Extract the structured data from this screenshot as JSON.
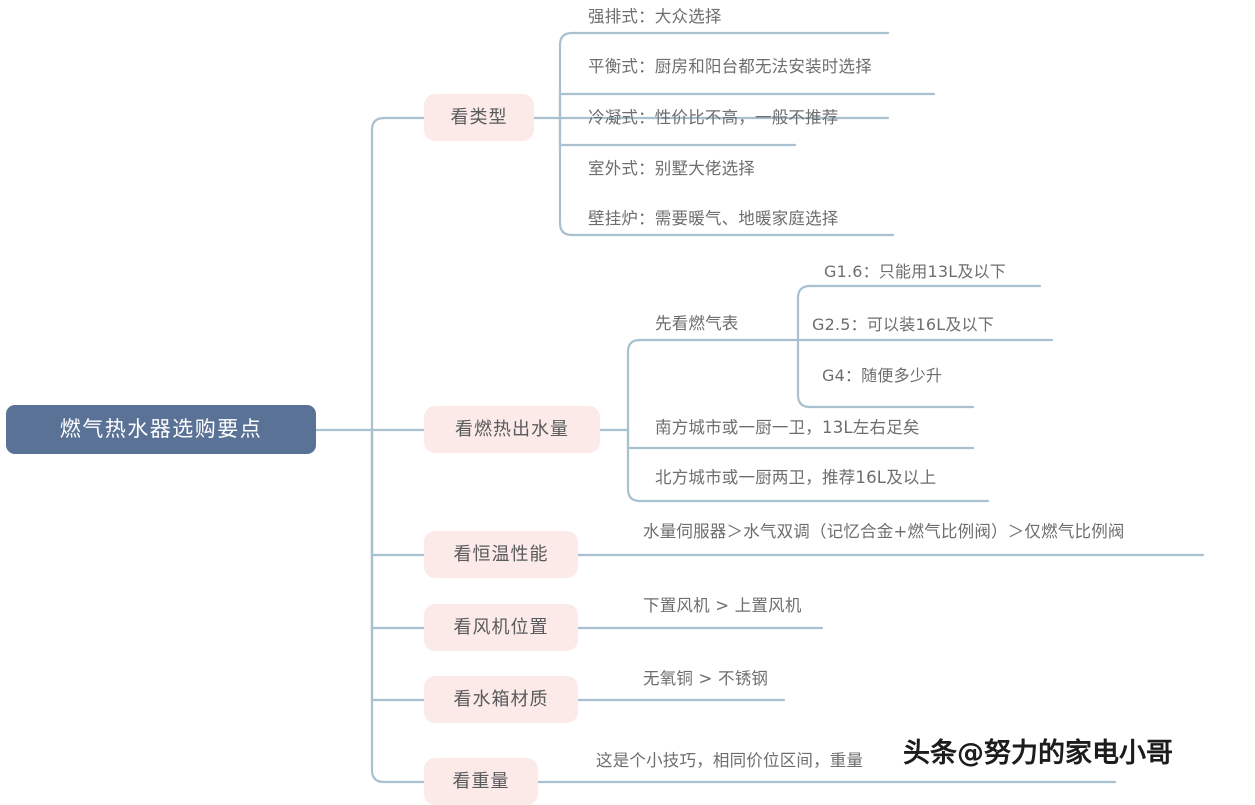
{
  "root": {
    "label": "燃气热水器选购要点",
    "color": "#5a7296",
    "text_color": "#ffffff"
  },
  "theme": {
    "branch_fill": "#fbeae8",
    "connector_color": "#a9c0cf",
    "leaf_text_color": "#6d6e70",
    "branch_text_color": "#595a5c",
    "background": "#ffffff"
  },
  "branches": [
    {
      "label": "看类型",
      "children": [
        {
          "label": "强排式：大众选择"
        },
        {
          "label": "平衡式：厨房和阳台都无法安装时选择"
        },
        {
          "label": "冷凝式：性价比不高，一般不推荐"
        },
        {
          "label": "室外式：别墅大佬选择"
        },
        {
          "label": "壁挂炉：需要暖气、地暖家庭选择"
        }
      ]
    },
    {
      "label": "看燃热出水量",
      "children": [
        {
          "label": "先看燃气表",
          "children": [
            {
              "label": "G1.6：只能用13L及以下"
            },
            {
              "label": "G2.5：可以装16L及以下"
            },
            {
              "label": "G4：随便多少升"
            }
          ]
        },
        {
          "label": "南方城市或一厨一卫，13L左右足矣"
        },
        {
          "label": "北方城市或一厨两卫，推荐16L及以上"
        }
      ]
    },
    {
      "label": "看恒温性能",
      "children": [
        {
          "label": "水量伺服器＞水气双调（记忆合金+燃气比例阀）＞仅燃气比例阀"
        }
      ]
    },
    {
      "label": "看风机位置",
      "children": [
        {
          "label": "下置风机 > 上置风机"
        }
      ]
    },
    {
      "label": "看水箱材质",
      "children": [
        {
          "label": "无氧铜 > 不锈钢"
        }
      ]
    },
    {
      "label": "看重量",
      "children": [
        {
          "label": "这是个小技巧，相同价位区间，重量"
        }
      ]
    }
  ],
  "watermark": {
    "source": "头条",
    "handle": "@努力的家电小哥"
  }
}
